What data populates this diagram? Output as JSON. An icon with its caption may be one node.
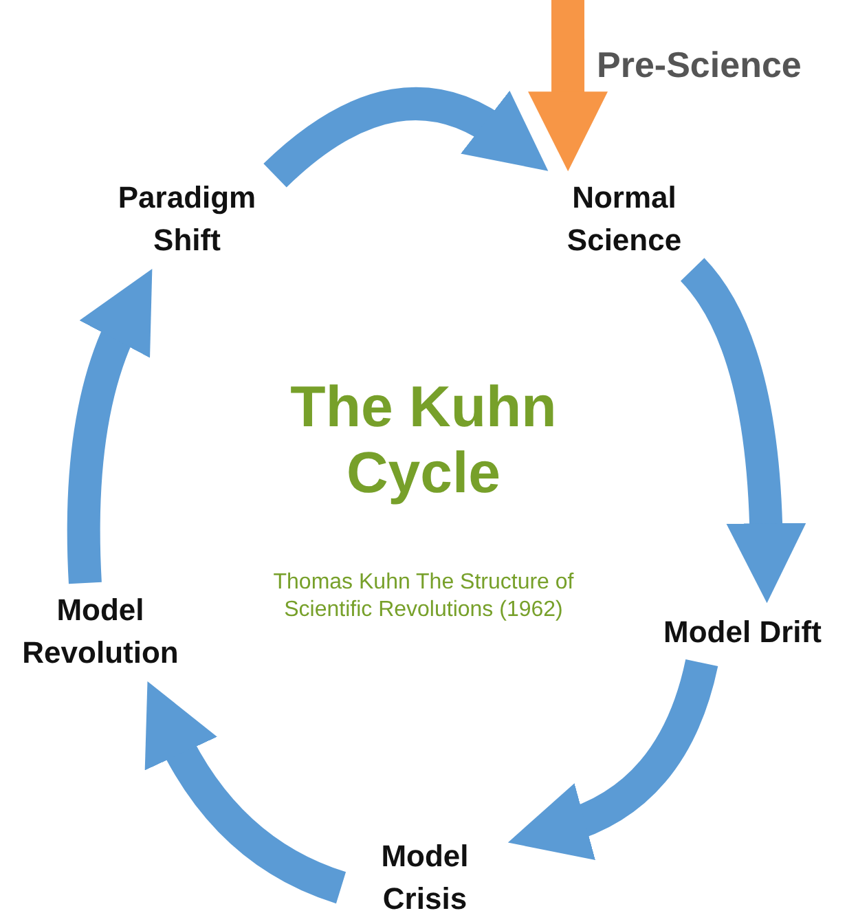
{
  "diagram": {
    "title": "The Kuhn Cycle",
    "nodes": [
      {
        "text": [
          "Normal Science"
        ]
      },
      {
        "text": [
          "Model Drift"
        ]
      },
      {
        "text": [
          "Model Crisis"
        ]
      },
      {
        "text": [
          "Model Revolution"
        ]
      },
      {
        "text": [
          "Paradigm Shift"
        ]
      }
    ],
    "edges": [
      {
        "from": null,
        "to": 0,
        "arrow": "to",
        "label": "Pre-Science",
        "color": "#f79646"
      },
      {
        "from": 0,
        "to": 1,
        "arrow": "to"
      },
      {
        "from": 1,
        "to": 2,
        "arrow": "to"
      },
      {
        "from": 2,
        "to": 3,
        "arrow": "to"
      },
      {
        "from": 3,
        "to": 4,
        "arrow": "to"
      },
      {
        "from": 4,
        "to": 0,
        "arrow": "to"
      }
    ],
    "labels": [
      "Thomas Kuhn The Structure of Scientific Revolutions (1962)"
    ]
  }
}
